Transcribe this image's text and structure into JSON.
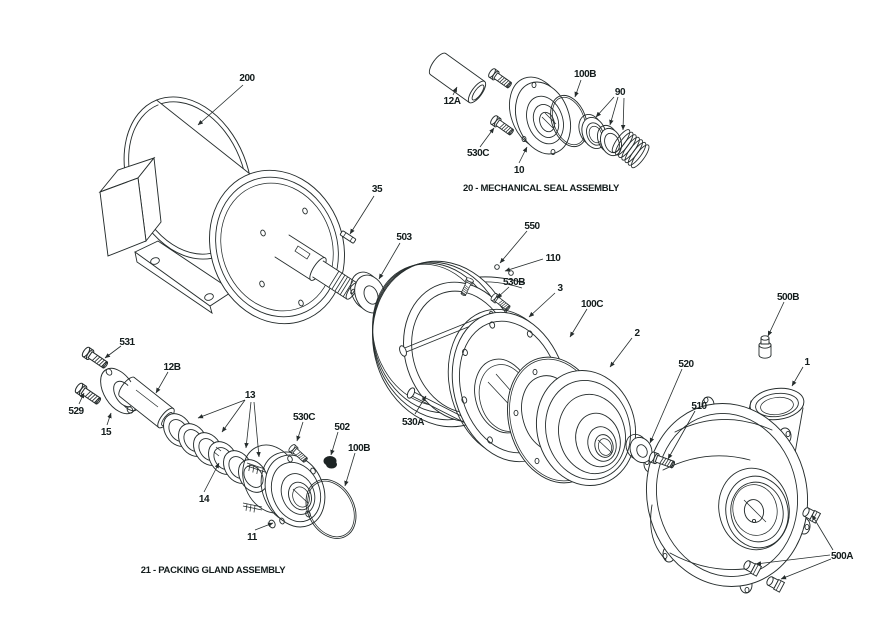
{
  "diagram": {
    "kind": "exploded-parts-diagram",
    "background": "#ffffff",
    "line_color": "#262d2d",
    "label_color": "#131c1c"
  },
  "labels": {
    "motor": "200",
    "shaft_key": "35",
    "slinger": "503",
    "seal_sleeve": "12A",
    "seal_bolt": "530C",
    "seal_gland_plate": "10",
    "seal_oring": "100B",
    "seal_parts": "90",
    "seal_assembly_title": "20 - MECHANICAL SEAL ASSEMBLY",
    "support_ring": "550",
    "bracket": "110",
    "bracket_bolt": "530B",
    "adapter_plate": "3",
    "gasket": "100C",
    "impeller": "2",
    "backhead_bolt": "530A",
    "casing": "1",
    "casing_plug_top": "500B",
    "impeller_washer": "520",
    "impeller_bolt": "510",
    "casing_plugs": "500A",
    "gland_bolt_a": "531",
    "gland_bolt_b": "529",
    "gland": "15",
    "gland_sleeve": "12B",
    "packing_rings": "13",
    "lantern_ring": "14",
    "stuffing_bolt": "530C",
    "stuffing_nut": "502",
    "stuffing_oring": "100B",
    "stuffing_box": "11",
    "gland_assembly_title": "21 - PACKING GLAND ASSEMBLY"
  }
}
